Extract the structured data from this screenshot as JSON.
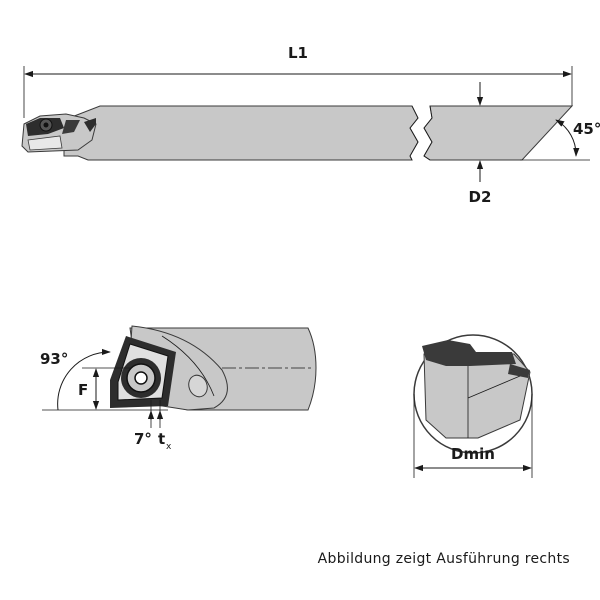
{
  "labels": {
    "overall_length": "L1",
    "shank_diameter": "D2",
    "end_angle": "45°",
    "lead_angle": "93°",
    "offset": "F",
    "clearance_angle": "7°",
    "t_main": "t",
    "t_sub": "x",
    "min_bore": "Dmin"
  },
  "caption": "Abbildung zeigt Ausführung rechts"
}
